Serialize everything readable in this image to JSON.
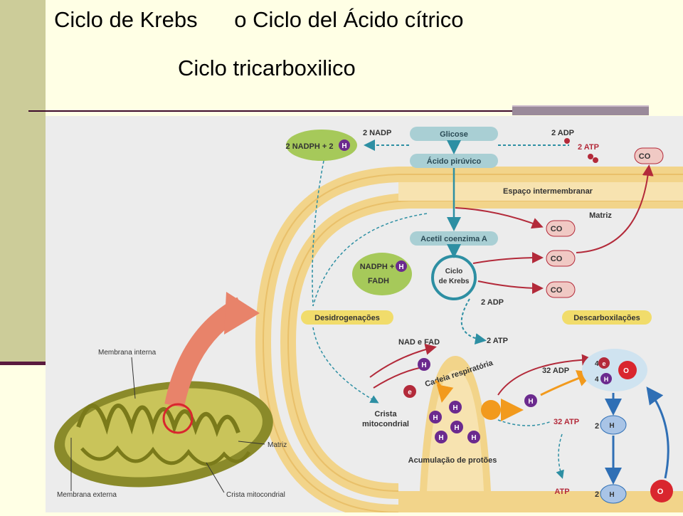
{
  "slide": {
    "title_line1": "Ciclo de Krebs      o Ciclo del Ácido cítrico",
    "title_line2": "Ciclo tricarboxilico"
  },
  "figure": {
    "nadp_in": "2 NADP",
    "glicose": "Glicose",
    "adp_top": "2 ADP",
    "atp_top": "2 ATP",
    "nadph_pill": "2 NADPH + 2",
    "acido_piruvico": "Ácido pirúvico",
    "co2": "CO",
    "espaco_intermembranar": "Espaço intermembranar",
    "matriz": "Matriz",
    "acetil_coa": "Acetil coenzima A",
    "nadph": "NADPH +",
    "fadh2": "FADH",
    "ciclo_krebs_1": "Ciclo",
    "ciclo_krebs_2": "de Krebs",
    "adp_mid": "2 ADP",
    "atp_mid": "2 ATP",
    "desidrogenacoes": "Desidrogenações",
    "descarboxilacoes": "Descarboxilações",
    "nad_fad": "NAD",
    "nad_fad_suffix": " e FAD",
    "cadeia": "Cadeia respiratória",
    "crista_1": "Crista",
    "crista_2": "mitocondrial",
    "adp_32": "32 ADP",
    "atp_32": "32 ATP",
    "acumulacao": "Acumulação de protões",
    "atp_bottom": "ATP",
    "four_e": "4",
    "four_h": "4",
    "o2": "O",
    "two_h2o_a": "2",
    "two_h2o_b": "2",
    "h2o": "H",
    "h_plus": "H",
    "e_minus": "e",
    "membrana_interna": "Membrana interna",
    "membrana_externa": "Membrana externa",
    "matriz_label": "Matriz",
    "crista_mitocondrial": "Crista mitocondrial"
  },
  "colors": {
    "background": "#ffffe5",
    "left_bar": "#cccc99",
    "separator": "#3d0a2a",
    "membrane": "#f2d48a",
    "pill_blue": "#a9cfd4",
    "pill_yellow": "#f1dc6b",
    "pill_green": "#a6c95a",
    "co2_fill": "#f0c9c4",
    "h_purple": "#6b2a8e",
    "arrow_red": "#b32a3a",
    "arrow_blue": "#2d8fa3",
    "arrow_orange": "#f29a1d"
  }
}
